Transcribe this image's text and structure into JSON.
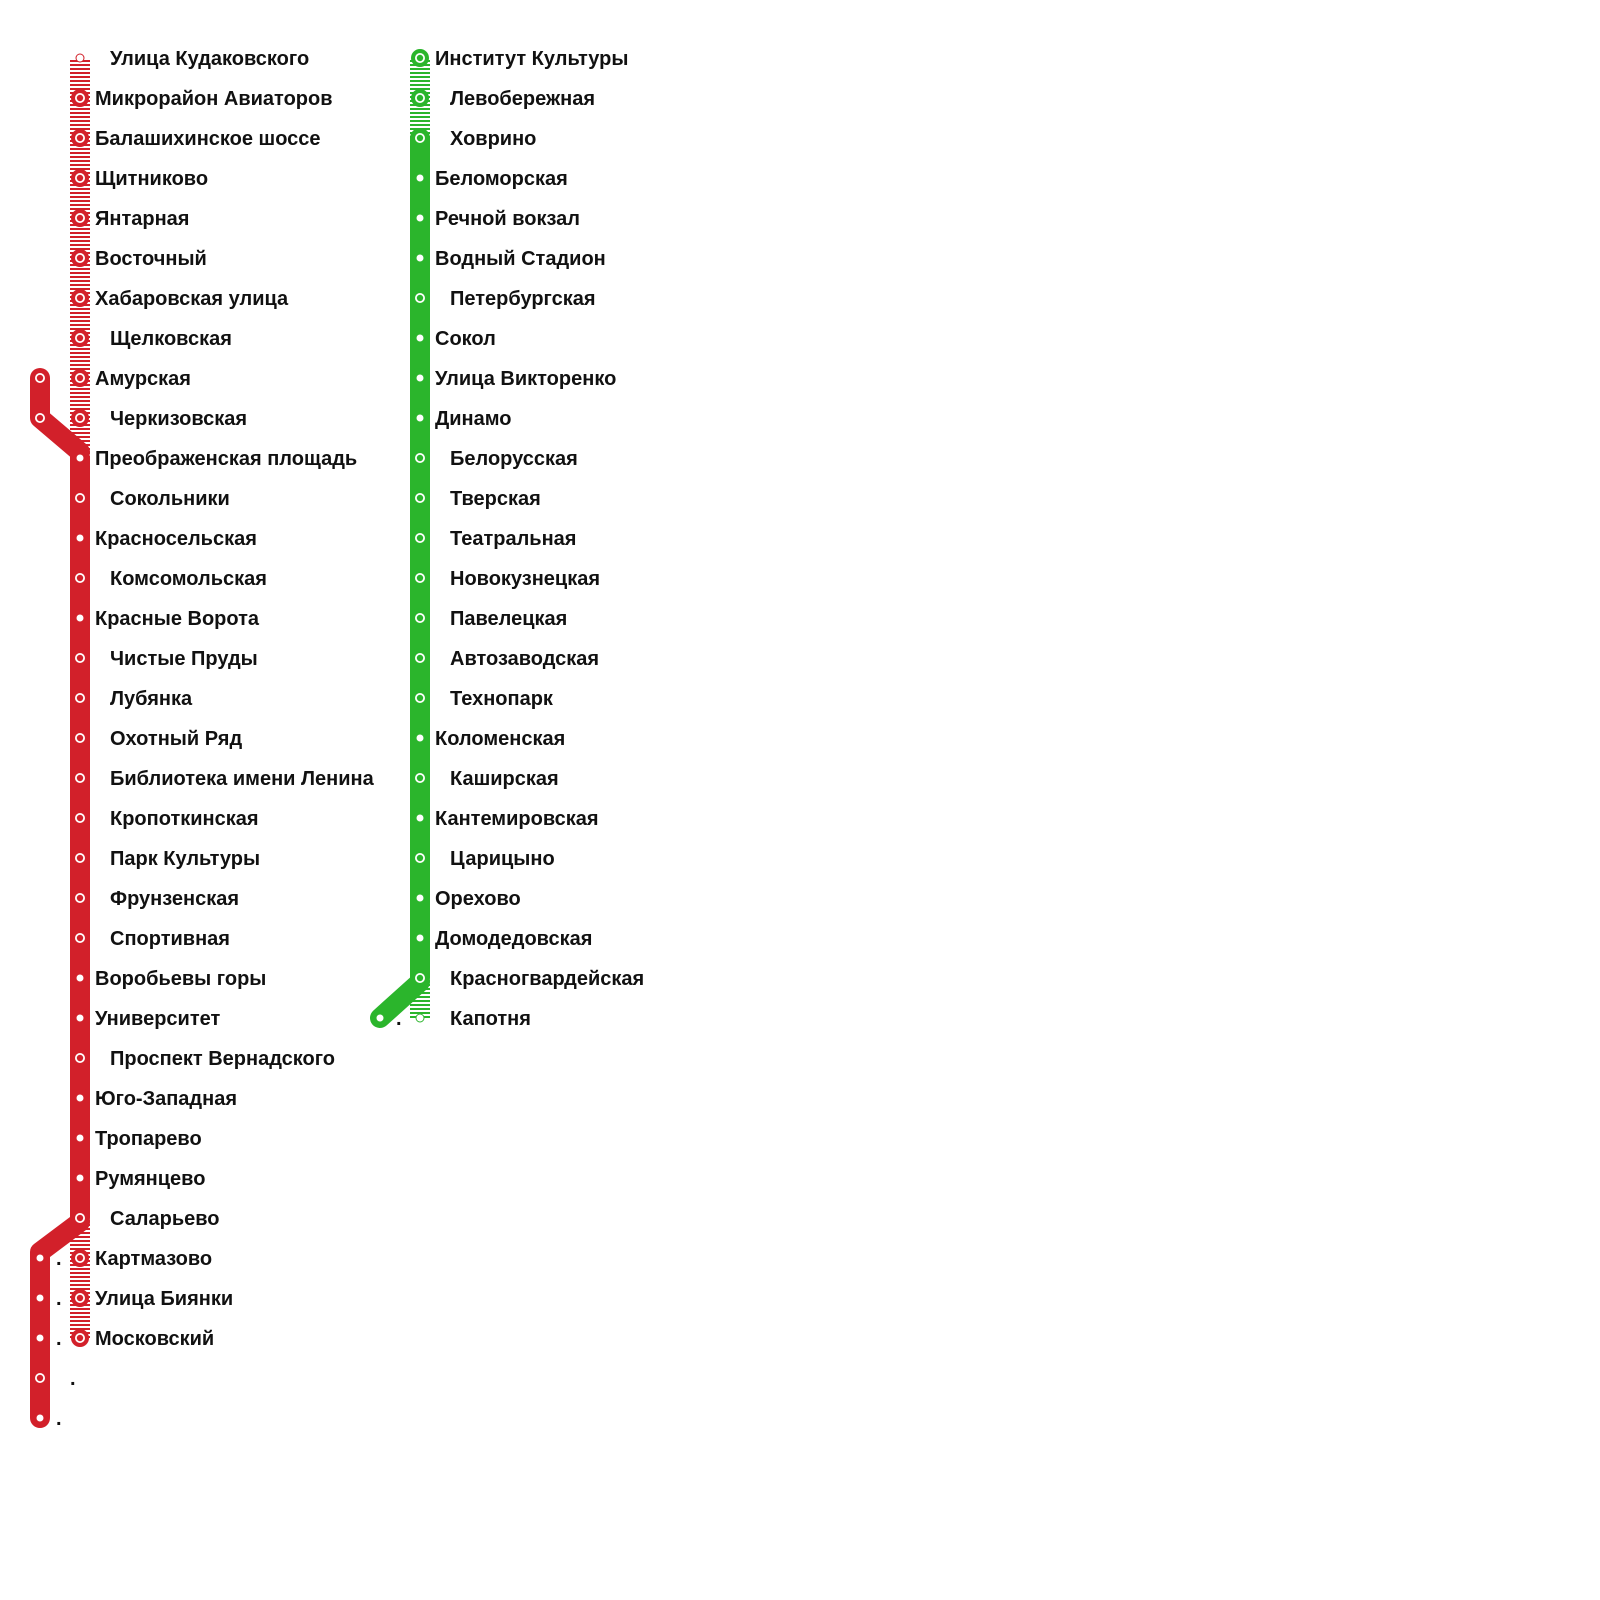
{
  "colors": {
    "red_line": "#d2202a",
    "green_line": "#2bb52c",
    "dot": "#ffffff",
    "text": "#111111"
  },
  "red_line": {
    "stations": [
      {
        "name": "Улица Кудаковского",
        "marker": "dot",
        "status": "planned"
      },
      {
        "name": "Микрорайон Авиаторов",
        "marker": "ring",
        "status": "construction"
      },
      {
        "name": "Балашихинское шоссе",
        "marker": "ring",
        "status": "construction"
      },
      {
        "name": "Щитниково",
        "marker": "ring",
        "status": "construction"
      },
      {
        "name": "Янтарная",
        "marker": "ring",
        "status": "construction"
      },
      {
        "name": "Восточный",
        "marker": "ring",
        "status": "construction"
      },
      {
        "name": "Хабаровская улица",
        "marker": "ring",
        "status": "construction"
      },
      {
        "name": "Щелковская",
        "marker": "ring",
        "status": "planned"
      },
      {
        "name": "Амурская",
        "marker": "ring",
        "status": "construction"
      },
      {
        "name": "Черкизовская",
        "marker": "ring",
        "status": "planned"
      },
      {
        "name": "Преображенская площадь",
        "marker": "dot",
        "status": "open"
      },
      {
        "name": "Сокольники",
        "marker": "ring",
        "status": "open"
      },
      {
        "name": "Красносельская",
        "marker": "dot",
        "status": "open"
      },
      {
        "name": "Комсомольская",
        "marker": "ring",
        "status": "open"
      },
      {
        "name": "Красные Ворота",
        "marker": "dot",
        "status": "open"
      },
      {
        "name": "Чистые Пруды",
        "marker": "ring",
        "status": "open"
      },
      {
        "name": "Лубянка",
        "marker": "ring",
        "status": "open"
      },
      {
        "name": "Охотный Ряд",
        "marker": "ring",
        "status": "open"
      },
      {
        "name": "Библиотека имени Ленина",
        "marker": "ring",
        "status": "open"
      },
      {
        "name": "Кропоткинская",
        "marker": "ring",
        "status": "open"
      },
      {
        "name": "Парк Культуры",
        "marker": "ring",
        "status": "open"
      },
      {
        "name": "Фрунзенская",
        "marker": "ring",
        "status": "open"
      },
      {
        "name": "Спортивная",
        "marker": "ring",
        "status": "open"
      },
      {
        "name": "Воробьевы горы",
        "marker": "dot",
        "status": "open"
      },
      {
        "name": "Университет",
        "marker": "dot",
        "status": "open"
      },
      {
        "name": "Проспект Вернадского",
        "marker": "ring",
        "status": "open"
      },
      {
        "name": "Юго-Западная",
        "marker": "dot",
        "status": "open"
      },
      {
        "name": "Тропарево",
        "marker": "dot",
        "status": "open"
      },
      {
        "name": "Румянцево",
        "marker": "dot",
        "status": "open"
      },
      {
        "name": "Саларьево",
        "marker": "ring",
        "status": "open"
      },
      {
        "name": "Картмазово",
        "marker": "ring",
        "status": "construction"
      },
      {
        "name": "Улица Биянки",
        "marker": "ring",
        "status": "construction"
      },
      {
        "name": "Московский",
        "marker": "ring",
        "status": "construction"
      }
    ],
    "north_branch": [
      {
        "name": "",
        "marker": "ring"
      },
      {
        "name": "",
        "marker": "ring"
      }
    ],
    "south_branch": [
      {
        "name": ".",
        "marker": "dot"
      },
      {
        "name": ".",
        "marker": "dot"
      },
      {
        "name": ".",
        "marker": "dot"
      },
      {
        "name": ".",
        "marker": "ring"
      },
      {
        "name": ".",
        "marker": "dot"
      }
    ]
  },
  "green_line": {
    "stations": [
      {
        "name": "Институт Культуры",
        "marker": "ring",
        "status": "construction"
      },
      {
        "name": "Левобережная",
        "marker": "ring",
        "status": "planned"
      },
      {
        "name": "Ховрино",
        "marker": "ring",
        "status": "open"
      },
      {
        "name": "Беломорская",
        "marker": "dot",
        "status": "open"
      },
      {
        "name": "Речной вокзал",
        "marker": "dot",
        "status": "open"
      },
      {
        "name": "Водный Стадион",
        "marker": "dot",
        "status": "open"
      },
      {
        "name": "Петербургская",
        "marker": "ring",
        "status": "open"
      },
      {
        "name": "Сокол",
        "marker": "dot",
        "status": "open"
      },
      {
        "name": "Улица Викторенко",
        "marker": "dot",
        "status": "open"
      },
      {
        "name": "Динамо",
        "marker": "dot",
        "status": "open"
      },
      {
        "name": "Белорусская",
        "marker": "ring",
        "status": "open"
      },
      {
        "name": "Тверская",
        "marker": "ring",
        "status": "open"
      },
      {
        "name": "Театральная",
        "marker": "ring",
        "status": "open"
      },
      {
        "name": "Новокузнецкая",
        "marker": "ring",
        "status": "open"
      },
      {
        "name": "Павелецкая",
        "marker": "ring",
        "status": "open"
      },
      {
        "name": "Автозаводская",
        "marker": "ring",
        "status": "open"
      },
      {
        "name": "Технопарк",
        "marker": "ring",
        "status": "open"
      },
      {
        "name": "Коломенская",
        "marker": "dot",
        "status": "open"
      },
      {
        "name": "Каширская",
        "marker": "ring",
        "status": "open"
      },
      {
        "name": "Кантемировская",
        "marker": "dot",
        "status": "open"
      },
      {
        "name": "Царицыно",
        "marker": "ring",
        "status": "open"
      },
      {
        "name": "Орехово",
        "marker": "dot",
        "status": "open"
      },
      {
        "name": "Домодедовская",
        "marker": "dot",
        "status": "open"
      },
      {
        "name": "Красногвардейская",
        "marker": "ring",
        "status": "open"
      },
      {
        "name": "Капотня",
        "marker": "dot",
        "status": "planned"
      }
    ],
    "branch": [
      {
        "name": ".",
        "marker": "dot"
      }
    ]
  }
}
